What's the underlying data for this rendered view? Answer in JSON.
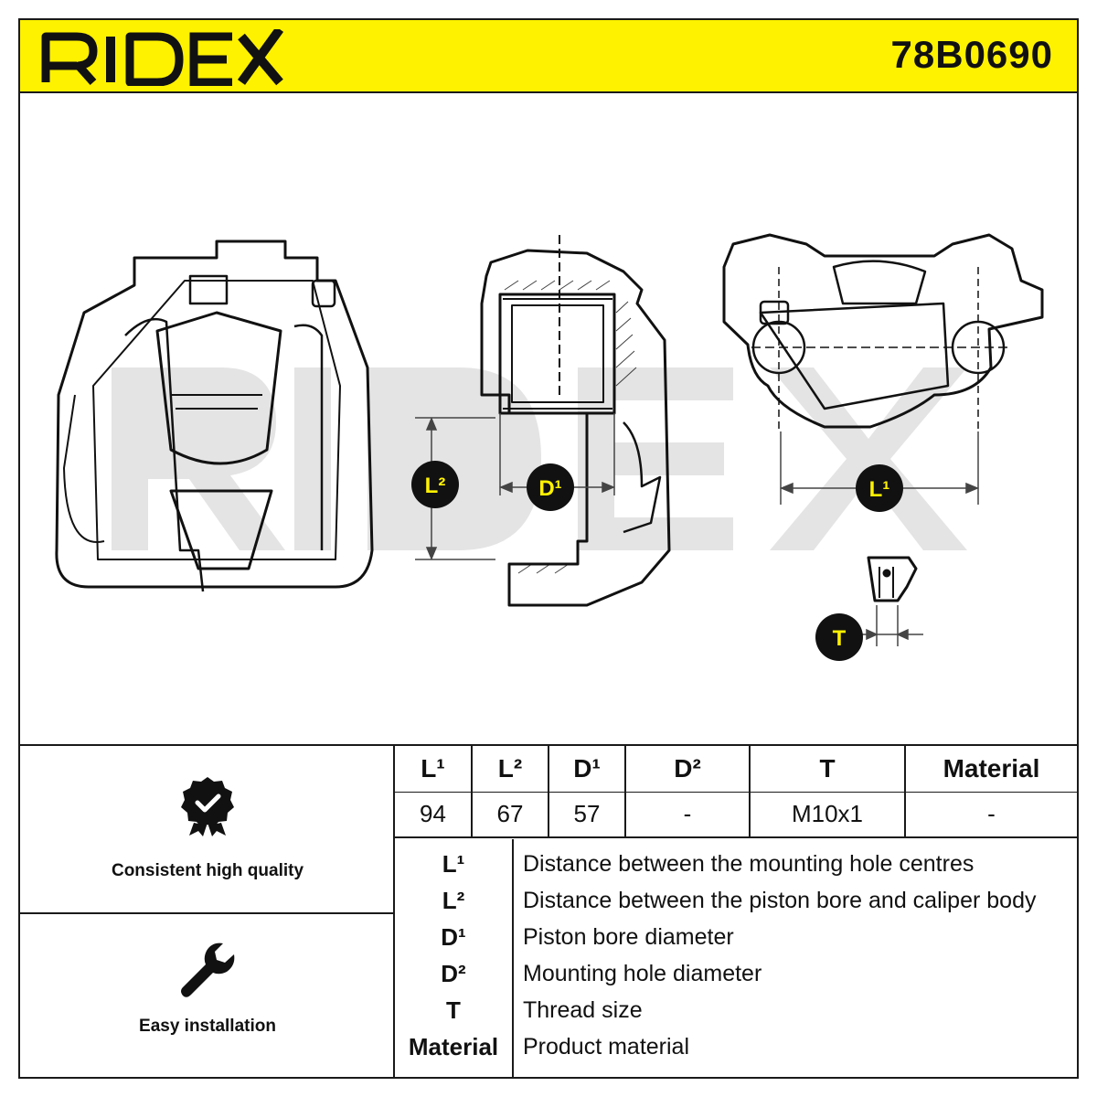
{
  "header": {
    "brand": "RIDEX",
    "part_number": "78B0690",
    "accent_color": "#fff200"
  },
  "drawing": {
    "watermark": "RIDEX",
    "dimension_badges": [
      "L²",
      "D¹",
      "L¹",
      "T"
    ],
    "badge_color": "#111111",
    "badge_text_color": "#fff200"
  },
  "features": [
    {
      "icon": "quality-seal-icon",
      "label": "Consistent high quality"
    },
    {
      "icon": "wrench-icon",
      "label": "Easy installation"
    }
  ],
  "spec_table": {
    "headers": [
      "L¹",
      "L²",
      "D¹",
      "D²",
      "T",
      "Material"
    ],
    "values": [
      "94",
      "67",
      "57",
      "-",
      "M10x1",
      "-"
    ]
  },
  "legend": [
    {
      "key": "L¹",
      "desc": "Distance between the mounting hole centres"
    },
    {
      "key": "L²",
      "desc": "Distance between the piston bore and caliper body"
    },
    {
      "key": "D¹",
      "desc": "Piston bore diameter"
    },
    {
      "key": "D²",
      "desc": "Mounting hole diameter"
    },
    {
      "key": "T",
      "desc": "Thread size"
    },
    {
      "key": "Material",
      "desc": "Product material"
    }
  ]
}
